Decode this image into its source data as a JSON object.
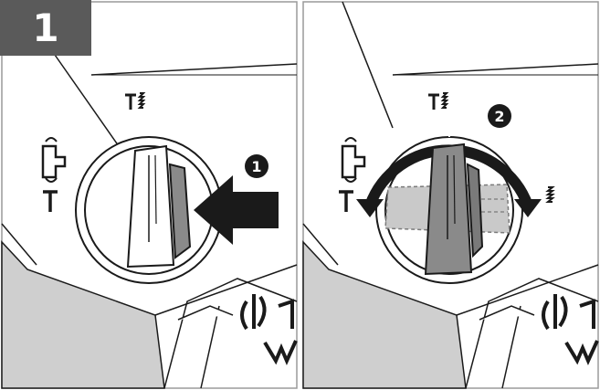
{
  "step": {
    "number": "1"
  },
  "panel_left": {
    "callout": "1",
    "mark_top": "T≋",
    "mark_left_top": "lock",
    "mark_left_bottom": "T"
  },
  "panel_right": {
    "callout": "2",
    "mark_top": "T≋",
    "mark_left_top": "lock",
    "mark_left_bottom": "T",
    "mark_right": "≋"
  },
  "colors": {
    "line": "#1a1a1a",
    "shadow_gray": "#cfcfcf",
    "knob_light": "#ffffff",
    "knob_dark": "#8a8a8a",
    "knob_side": "#7a7a7a",
    "ghost_knob": "#c9c9c9",
    "badge": "#5a5a5a",
    "frame": "#9a9a9a"
  }
}
